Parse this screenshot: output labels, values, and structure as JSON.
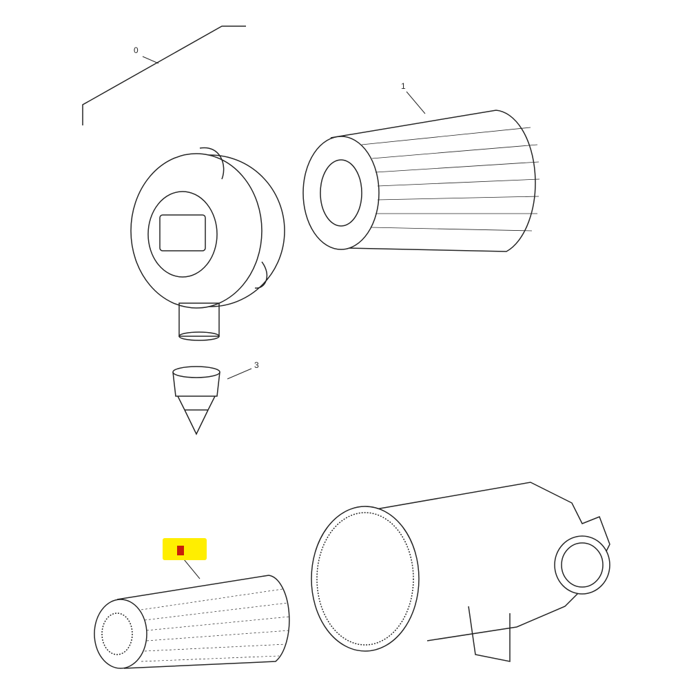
{
  "diagram": {
    "callouts": [
      {
        "id": "0"
      },
      {
        "id": "1"
      },
      {
        "id": "3"
      }
    ],
    "highlighted_callout": {
      "color": "#ffee00",
      "marker_color": "#c81e0a"
    }
  }
}
